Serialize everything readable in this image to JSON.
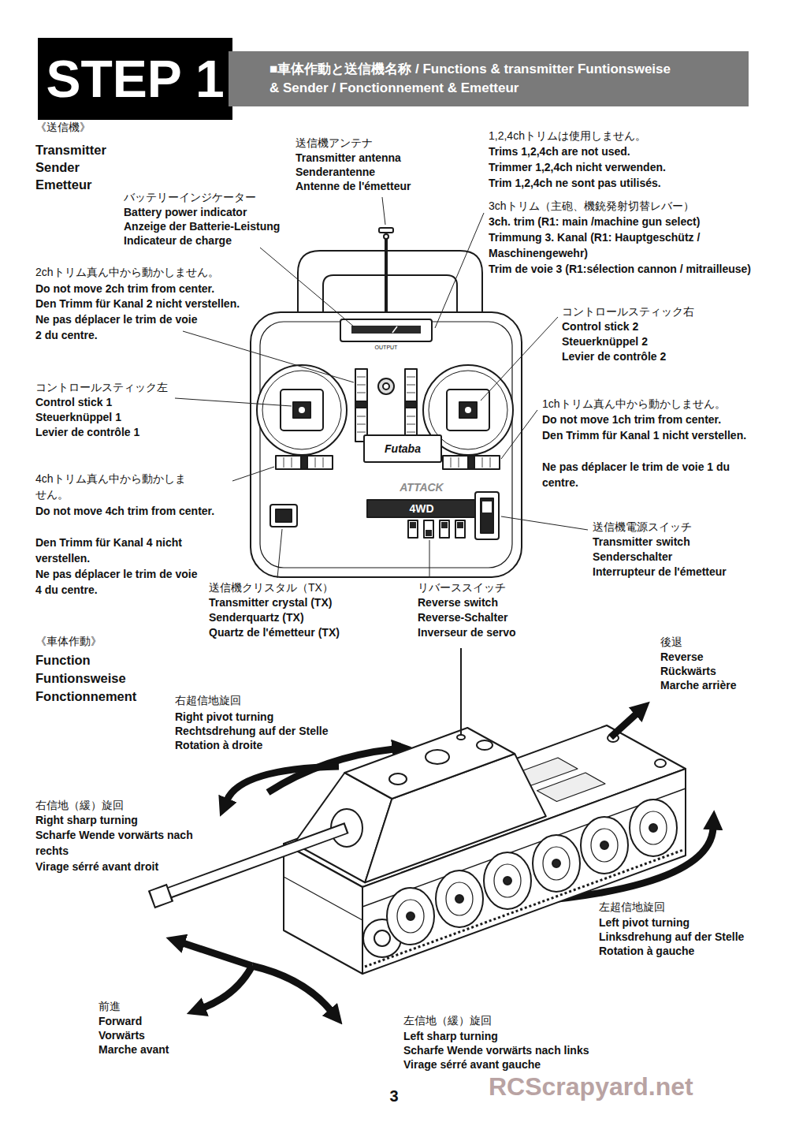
{
  "diagram": {
    "nodes": [
      {
        "text": [
          "STEP 1"
        ]
      },
      {
        "text": [
          "■車体作動と送信機名称 / Functions & transmitter Funtionsweise & Sender / Fonctionnement & Emetteur"
        ]
      }
    ],
    "labels": [
      "《送信機》",
      "Transmitter",
      "Sender",
      "Emetteur",
      "送信機アンテナ",
      "Transmitter antenna",
      "Senderantenne",
      "Antenne de l'émetteur",
      "バッテリーインジケーター",
      "Battery power indicator",
      "Anzeige der Batterie-Leistung",
      "Indicateur de charge",
      "2chトリム真ん中から動かしません。",
      "Do not move 2ch trim from center.",
      "Den Trimm für Kanal 2 nicht verstellen.",
      "Ne pas déplacer le trim de voie 2 du centre.",
      "コントロールスティック左",
      "Control stick 1",
      "Steuerknüppel 1",
      "Levier de contrôle 1",
      "4chトリム真ん中から動かしません。",
      "Do not move 4ch trim from center.",
      "Den Trimm für Kanal 4 nicht verstellen.",
      "Ne pas déplacer le trim de voie 4 du centre.",
      "1,2,4chトリムは使用しません。",
      "Trims 1,2,4ch are not used.",
      "Trimmer 1,2,4ch nicht verwenden.",
      "Trim 1,2,4ch ne sont pas utilisés.",
      "3chトリム（主砲、機銃発射切替レバー）",
      "3ch. trim (R1: main /machine gun select)",
      "Trimmung 3. Kanal (R1: Hauptgeschütz / Maschinengewehr)",
      "Trim de voie 3 (R1:sélection cannon / mitrailleuse)",
      "コントロールスティック右",
      "Control stick 2",
      "Steuerknüppel 2",
      "Levier de contrôle 2",
      "1chトリム真ん中から動かしません。",
      "Do not move 1ch trim from center.",
      "Den Trimm für Kanal 1 nicht verstellen.",
      "Ne pas déplacer le trim de voie 1 du centre.",
      "送信機電源スイッチ",
      "Transmitter switch",
      "Senderschalter",
      "Interrupteur de l'émetteur",
      "送信機クリスタル（TX）",
      "Transmitter crystal (TX)",
      "Senderquartz (TX)",
      "Quartz de l'émetteur (TX)",
      "リバーススイッチ",
      "Reverse switch",
      "Reverse-Schalter",
      "Inverseur de servo",
      "《車体作動》",
      "Function",
      "Funtionsweise",
      "Fonctionnement",
      "後退",
      "Reverse",
      "Rückwärts",
      "Marche arrière",
      "右超信地旋回",
      "Right pivot turning",
      "Rechtsdrehung auf der Stelle",
      "Rotation à droite",
      "右信地（緩）旋回",
      "Right sharp turning",
      "Scharfe Wende vorwärts nach rechts",
      "Virage sérré avant droit",
      "左超信地旋回",
      "Left pivot turning",
      "Linksdrehung auf der Stelle",
      "Rotation à gauche",
      "前進",
      "Forward",
      "Vorwärts",
      "Marche avant",
      "左信地（緩）旋回",
      "Left sharp turning",
      "Scharfe Wende vorwärts nach links",
      "Virage sérré avant gauche",
      "OUTPUT",
      "Futaba",
      "ATTACK",
      "4WD",
      "3",
      "RCScrapyard.net"
    ]
  }
}
